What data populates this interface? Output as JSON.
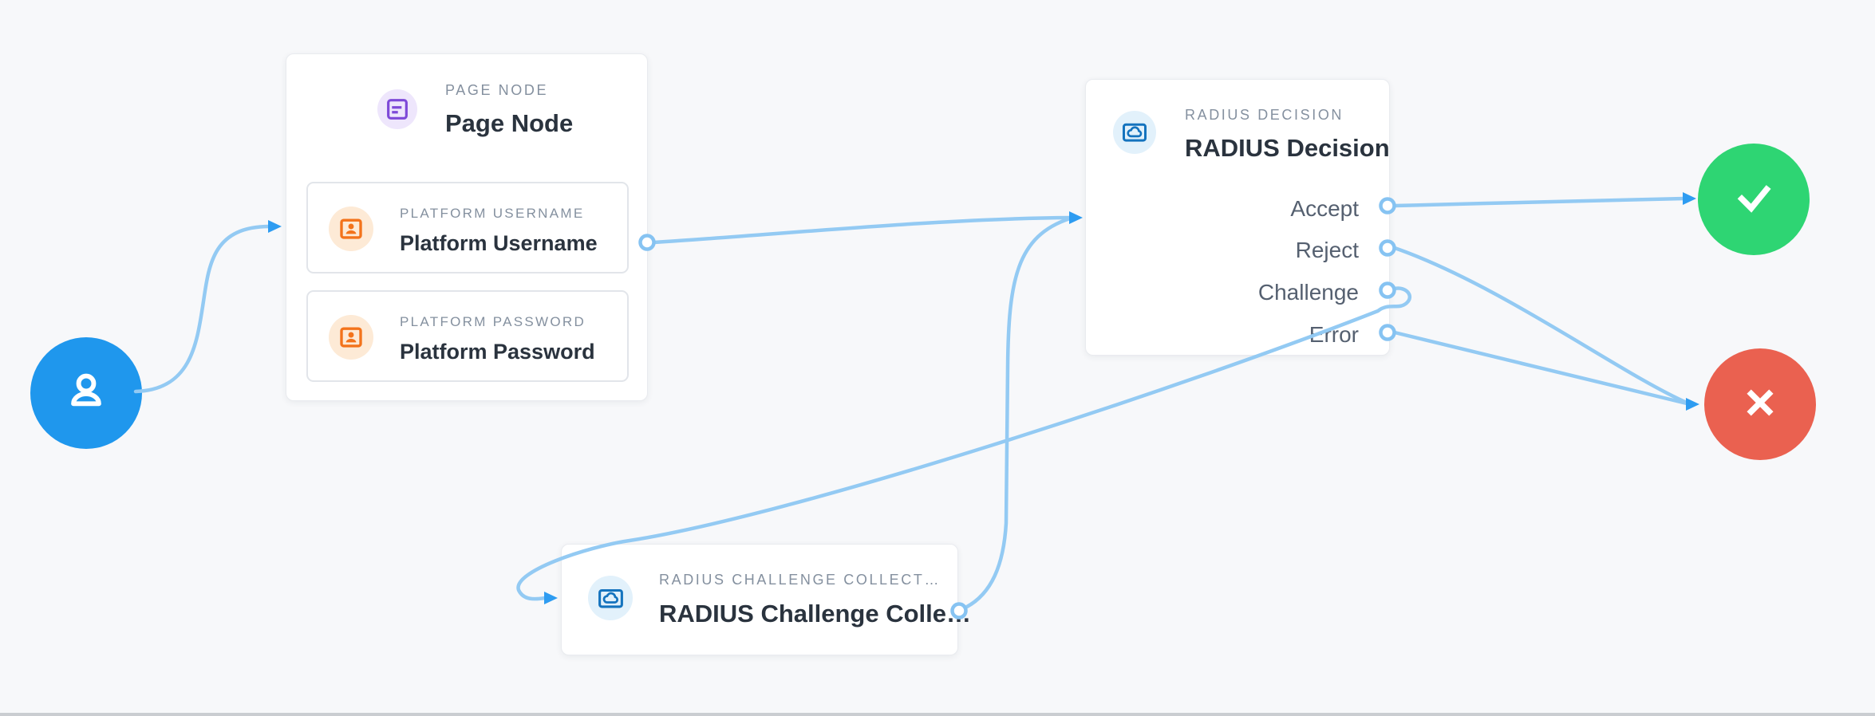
{
  "app": {
    "view": "authentication-flow-canvas"
  },
  "colors": {
    "bg": "#f7f8fa",
    "strip": "#cacdd1",
    "card-bg": "#ffffff",
    "card-border": "#e9ebef",
    "subcard-border": "#e2e5ea",
    "edge": "#93caf3",
    "arrow": "#2e9cf1",
    "port": "#86c3f2",
    "label": "#84909f",
    "title": "#2a333e",
    "output": "#556070",
    "start": "#1f97ed",
    "success": "#2ed573",
    "failure": "#ea6150",
    "purple": "#7e49d8",
    "purple-bg": "#eee6fc",
    "orange": "#f3731b",
    "orange-bg": "#fdead6",
    "blue": "#1473be",
    "blue-bg": "#e2f1fb"
  },
  "nodes": {
    "start": {
      "icon": "user-icon"
    },
    "page_node": {
      "category": "PAGE NODE",
      "title": "Page Node",
      "icon": "form-page-icon",
      "children": [
        {
          "category": "PLATFORM USERNAME",
          "title": "Platform Username",
          "icon": "id-badge-icon"
        },
        {
          "category": "PLATFORM PASSWORD",
          "title": "Platform Password",
          "icon": "id-badge-icon"
        }
      ]
    },
    "radius_decision": {
      "category": "RADIUS DECISION",
      "title": "RADIUS Decision",
      "icon": "cloud-icon",
      "outputs": [
        "Accept",
        "Reject",
        "Challenge",
        "Error"
      ]
    },
    "radius_challenge_collect": {
      "category": "RADIUS CHALLENGE COLLECT…",
      "title": "RADIUS Challenge Colle…",
      "icon": "cloud-icon"
    },
    "success": {
      "icon": "check-icon"
    },
    "failure": {
      "icon": "x-icon"
    }
  },
  "edges": [
    {
      "from": "start",
      "to": "page-node"
    },
    {
      "from": "platform-username-output",
      "to": "radius-decision-input"
    },
    {
      "from": "radius-challenge-collect-output",
      "to": "radius-decision-input"
    },
    {
      "from": "radius-decision-accept",
      "to": "success"
    },
    {
      "from": "radius-decision-reject",
      "to": "failure"
    },
    {
      "from": "radius-decision-error",
      "to": "failure"
    },
    {
      "from": "radius-decision-challenge",
      "to": "radius-challenge-collect-input"
    }
  ]
}
